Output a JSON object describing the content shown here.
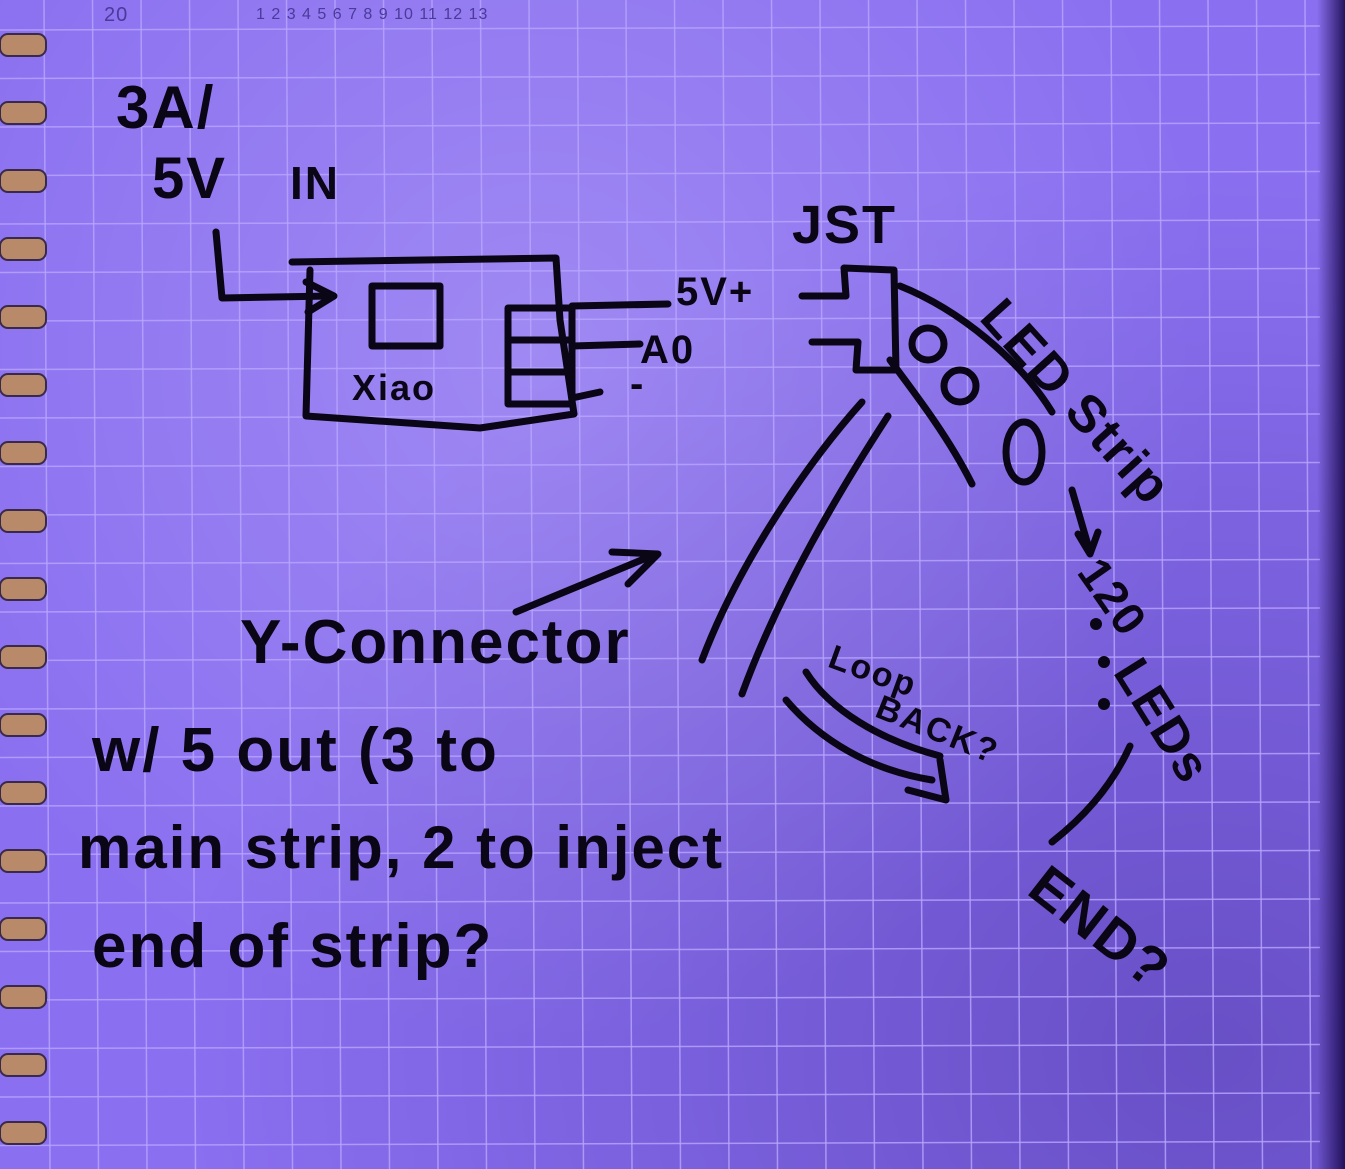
{
  "header": {
    "page_label": "20",
    "scale_numbers": "1 2 3 4 5 6 7 8 9 10 11 12 13"
  },
  "diagram": {
    "power_input": {
      "line1": "3A/",
      "line2": "5V",
      "line3": "IN"
    },
    "board_label": "Xiao",
    "pins": {
      "five_v": "5V+",
      "a0": "A0",
      "ground": "-"
    },
    "connector_label": "JST",
    "strip_label": "LED Strip",
    "led_count_line1": "120",
    "led_count_line2": "LEDs",
    "end_label": "END?",
    "loop_back_line1": "Loop",
    "loop_back_line2": "BACK?",
    "y_connector_label": "Y-Connector",
    "note_line1": "w/ 5 out (3 to",
    "note_line2": "main strip, 2 to inject",
    "note_line3": "end of strip?"
  },
  "colors": {
    "paper": "#8a6ff0",
    "ink": "#0b0616",
    "grid": "#b9a6ff",
    "ring": "#b88a6a"
  }
}
